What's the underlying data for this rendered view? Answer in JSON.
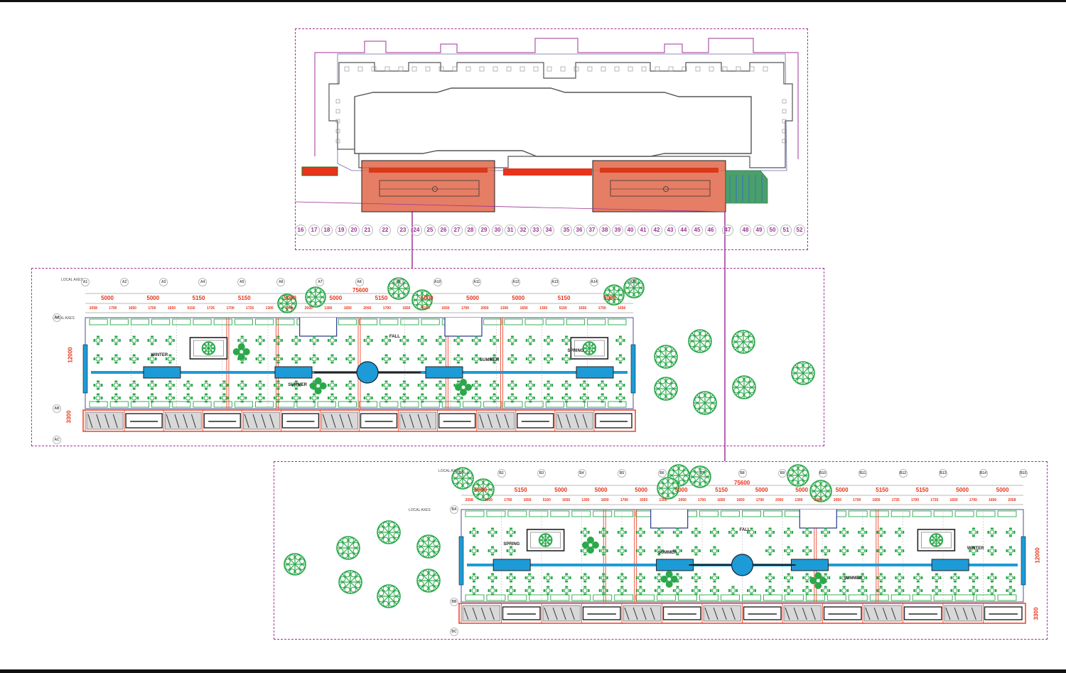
{
  "site_plan": {
    "grid_numbers": [
      "16",
      "17",
      "18",
      "19",
      "20",
      "21",
      "22",
      "23",
      "24",
      "25",
      "26",
      "27",
      "28",
      "29",
      "30",
      "31",
      "32",
      "33",
      "34",
      "35",
      "36",
      "37",
      "38",
      "39",
      "40",
      "41",
      "42",
      "43",
      "44",
      "45",
      "46",
      "47",
      "48",
      "49",
      "50",
      "51",
      "52"
    ]
  },
  "plan_a": {
    "axis_label_top": "LOCAL AXES",
    "axis_label_side": "LOCAL AXES",
    "overall_dim": "75600",
    "bay_dims": [
      "5000",
      "5000",
      "5150",
      "5150",
      "5000",
      "5000",
      "5150",
      "5000",
      "5000",
      "5000",
      "5150",
      "5000"
    ],
    "sub_dims": [
      "2058",
      "1700",
      "1650",
      "1700",
      "1650",
      "5150",
      "1725",
      "1700",
      "1725",
      "1300",
      "1700",
      "2050",
      "1300",
      "1650",
      "2050",
      "1700",
      "1650",
      "5150",
      "1650",
      "1700",
      "2050",
      "1300",
      "1650",
      "1300",
      "5150",
      "1650",
      "1700",
      "1650"
    ],
    "height_dim": "12000",
    "corridor_dim": "3300",
    "column_tags": [
      "A1",
      "A2",
      "A3",
      "A4",
      "A5",
      "A6",
      "A7",
      "A8",
      "A9",
      "A10",
      "A11",
      "A12",
      "A13",
      "A14",
      "A15"
    ],
    "row_tags": [
      "AA",
      "AB",
      "AC"
    ],
    "rooms": [
      "WINTER",
      "SUMMER",
      "FALL",
      "SUMMER",
      "SPRING"
    ]
  },
  "plan_b": {
    "axis_label_top": "LOCAL AXES",
    "axis_label_side": "LOCAL AXES",
    "overall_dim": "75600",
    "bay_dims": [
      "5000",
      "5150",
      "5000",
      "5000",
      "5000",
      "5000",
      "5150",
      "5000",
      "5000",
      "5000",
      "5150",
      "5150",
      "5000",
      "5000"
    ],
    "sub_dims": [
      "2058",
      "1650",
      "1700",
      "1650",
      "5150",
      "1650",
      "1300",
      "1650",
      "1700",
      "2050",
      "1300",
      "2050",
      "1700",
      "1650",
      "1650",
      "1700",
      "2050",
      "1300",
      "1300",
      "2050",
      "1700",
      "1650",
      "1725",
      "1700",
      "1725",
      "1650",
      "1700",
      "1650",
      "2058"
    ],
    "height_dim": "12000",
    "corridor_dim": "3300",
    "column_tags": [
      "B1",
      "B2",
      "B3",
      "B4",
      "B5",
      "B6",
      "B7",
      "B8",
      "B9",
      "B10",
      "B11",
      "B12",
      "B13",
      "B14",
      "B15"
    ],
    "row_tags": [
      "BA",
      "BB",
      "BC"
    ],
    "rooms": [
      "SPRING",
      "SUMMER",
      "FALL",
      "SUMMER",
      "WINTER"
    ]
  },
  "colors": {
    "frame": "#a0329a",
    "highlight": "#e0674a",
    "tree": "#2aa84a",
    "corridor": "#1d9bd6",
    "dimension": "#e8341a",
    "wall": "#555555",
    "cad_red": "#e8341a"
  }
}
